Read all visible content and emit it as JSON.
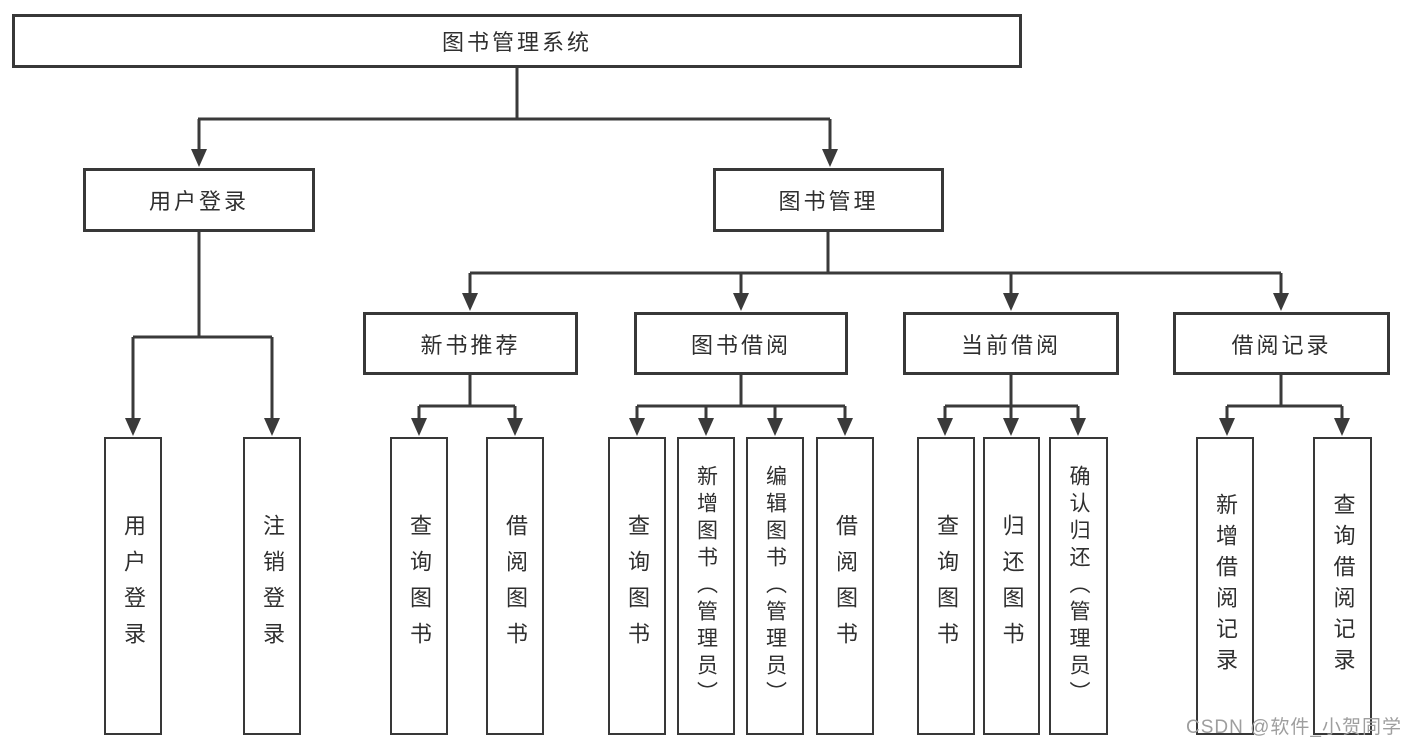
{
  "colors": {
    "background": "#ffffff",
    "line": "#3a3a3a",
    "box_border": "#383838",
    "text": "#2f2f2f",
    "watermark": "#9e9e9e"
  },
  "diagram": {
    "root": "图书管理系统",
    "branches": {
      "user_login": {
        "label": "用户登录",
        "children": [
          "用户登录",
          "注销登录"
        ]
      },
      "book_management": {
        "label": "图书管理",
        "children": {
          "new_book_recommend": {
            "label": "新书推荐",
            "children": [
              "查询图书",
              "借阅图书"
            ]
          },
          "book_borrowing": {
            "label": "图书借阅",
            "children": [
              "查询图书",
              "新增图书（管理员）",
              "编辑图书（管理员）",
              "借阅图书"
            ]
          },
          "current_borrowing": {
            "label": "当前借阅",
            "children": [
              "查询图书",
              "归还图书",
              "确认归还（管理员）"
            ]
          },
          "borrowing_records": {
            "label": "借阅记录",
            "children": [
              "新增借阅记录",
              "查询借阅记录"
            ]
          }
        }
      }
    }
  },
  "watermark": "CSDN @软件_小贺同学"
}
